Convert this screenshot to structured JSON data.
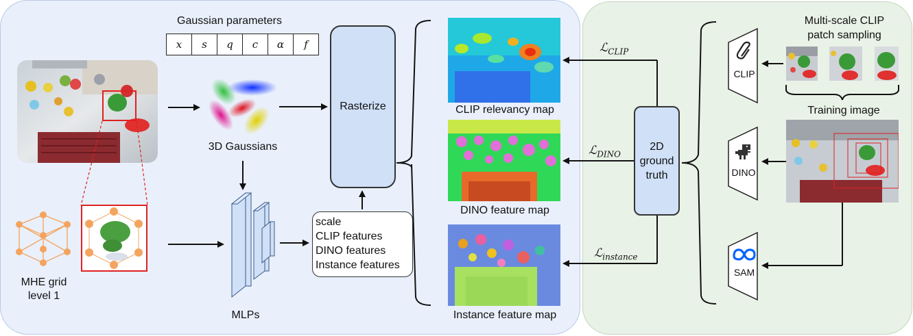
{
  "gaussian_params": {
    "title": "Gaussian parameters",
    "symbols": [
      "x",
      "s",
      "q",
      "c",
      "α",
      "f"
    ]
  },
  "nodes": {
    "gaussians": "3D Gaussians",
    "rasterize": "Rasterize",
    "mlps": "MLPs",
    "mhe_grid_line1": "MHE grid",
    "mhe_grid_line2": "level 1",
    "features": [
      "scale",
      "CLIP features",
      "DINO features",
      "Instance features"
    ],
    "ground_truth_lines": [
      "2D",
      "ground",
      "truth"
    ]
  },
  "maps": {
    "clip": "CLIP relevancy map",
    "dino": "DINO feature map",
    "instance": "Instance feature map"
  },
  "losses": {
    "symbol": "ℒ",
    "clip": "CLIP",
    "dino": "DINO",
    "instance": "instance"
  },
  "right": {
    "patch_title_line1": "Multi-scale CLIP",
    "patch_title_line2": "patch sampling",
    "training_image": "Training image",
    "encoders": [
      "CLIP",
      "DINO",
      "SAM"
    ]
  },
  "colors": {
    "left_panel": "#e9f0fb",
    "right_panel": "#e9f2e6",
    "box_fill": "#cfe0f7",
    "mlp_fill": "#cfe0f7",
    "highlight_red": "#e02020",
    "grid_orange": "#f4a460"
  },
  "icons": [
    "paperclip-icon",
    "dinosaur-icon",
    "meta-infinity-icon"
  ]
}
